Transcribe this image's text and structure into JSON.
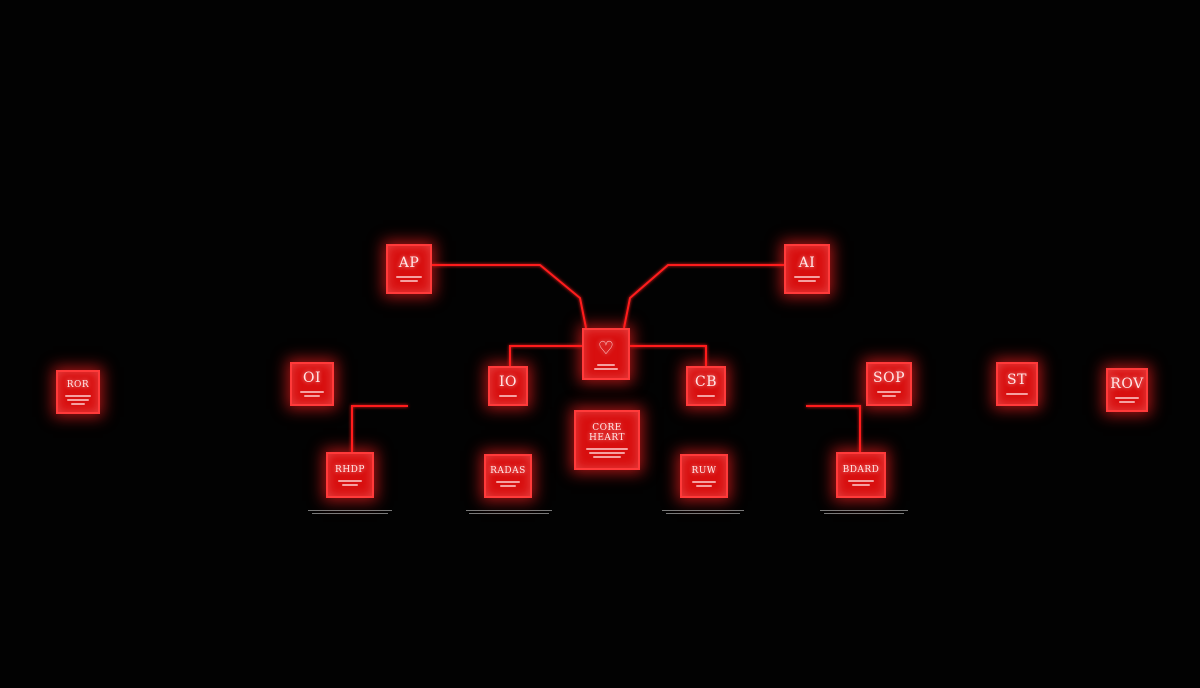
{
  "diagram": {
    "accent_color": "#ff1e1e",
    "nodes": [
      {
        "id": "ap",
        "title": "AP"
      },
      {
        "id": "ai",
        "title": "AI"
      },
      {
        "id": "hub",
        "icon": "heart-icon"
      },
      {
        "id": "far-left",
        "title": "ROR"
      },
      {
        "id": "oi",
        "title": "OI"
      },
      {
        "id": "io",
        "title": "IO"
      },
      {
        "id": "cb",
        "title": "CB"
      },
      {
        "id": "sop",
        "title": "SOP"
      },
      {
        "id": "st",
        "title": "ST"
      },
      {
        "id": "rov",
        "title": "ROV"
      },
      {
        "id": "center",
        "title": "CORE HEART"
      },
      {
        "id": "left-lower",
        "title": "RHDP"
      },
      {
        "id": "mid-left-lower",
        "title": "RADAS"
      },
      {
        "id": "mid-right-lower",
        "title": "RUW"
      },
      {
        "id": "right-lower",
        "title": "BDARD"
      }
    ]
  }
}
